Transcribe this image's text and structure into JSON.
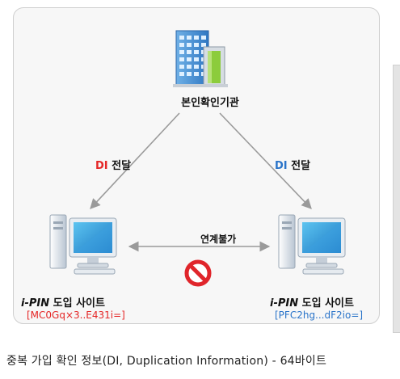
{
  "diagram": {
    "org_label": "본인확인기관",
    "left_transfer": {
      "di": "DI",
      "text": " 전달"
    },
    "right_transfer": {
      "di": "DI",
      "text": " 전달"
    },
    "link_label": "연계불가",
    "left_site": {
      "prefix": "i-PIN",
      "name": " 도입 사이트",
      "code": "[MC0Gq×3..E431i=]"
    },
    "right_site": {
      "prefix": "i-PIN",
      "name": " 도입 사이트",
      "code": "[PFC2hg...dF2io=]"
    },
    "caption": "중복 가입 확인 정보(DI, Duplication Information) - 64바이트"
  },
  "colors": {
    "red": "#e52626",
    "blue": "#2a74c9",
    "arrow": "#9a9a9a",
    "no_sign": "#e0252b"
  },
  "icons": [
    "building-icon",
    "computer-icon",
    "no-entry-icon"
  ]
}
